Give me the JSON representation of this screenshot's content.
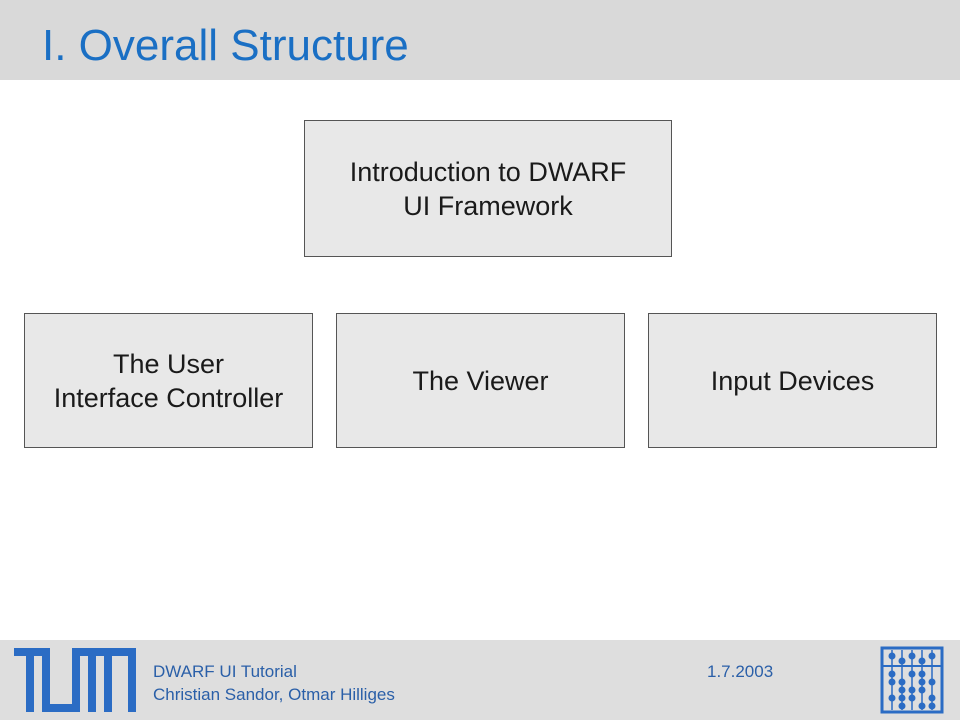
{
  "slide": {
    "title": "I. Overall Structure"
  },
  "diagram": {
    "root": {
      "label": "Introduction to DWARF\nUI Framework"
    },
    "children": [
      {
        "label": "The User\nInterface Controller"
      },
      {
        "label": "The Viewer"
      },
      {
        "label": "Input Devices"
      }
    ]
  },
  "footer": {
    "course": "DWARF UI Tutorial",
    "authors": "Christian Sandor, Otmar Hilliges",
    "date": "1.7.2003"
  },
  "colors": {
    "title": "#1a6fc4",
    "footer_text": "#2a5fa8",
    "box_fill": "#e8e8e8",
    "bar_fill": "#d9d9d9",
    "logo_blue": "#2b6cc4"
  },
  "logos": [
    "tum-logo",
    "abacus-logo"
  ]
}
